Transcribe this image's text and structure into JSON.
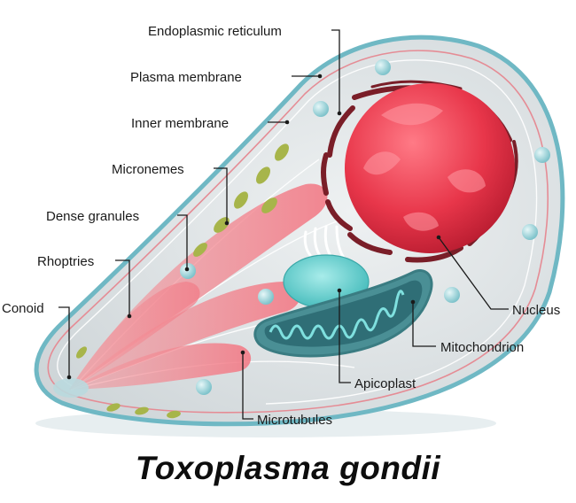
{
  "title": "Toxoplasma gondii",
  "labels": {
    "endoplasmic_reticulum": "Endoplasmic reticulum",
    "plasma_membrane": "Plasma membrane",
    "inner_membrane": "Inner membrane",
    "micronemes": "Micronemes",
    "dense_granules": "Dense granules",
    "rhoptries": "Rhoptries",
    "conoid": "Conoid",
    "nucleus": "Nucleus",
    "mitochondrion": "Mitochondrion",
    "apicoplast": "Apicoplast",
    "microtubules": "Microtubules"
  },
  "colors": {
    "cytoplasm": "#dfe3e5",
    "membrane": "#6fb8c4",
    "nucleus": "#e8364a",
    "er": "#7a1e28",
    "apicoplast": "#5cc9c8",
    "mitochondrion": "#4fb7b7",
    "micronemes": "#a7b54a",
    "rhoptries": "#f08a92"
  }
}
